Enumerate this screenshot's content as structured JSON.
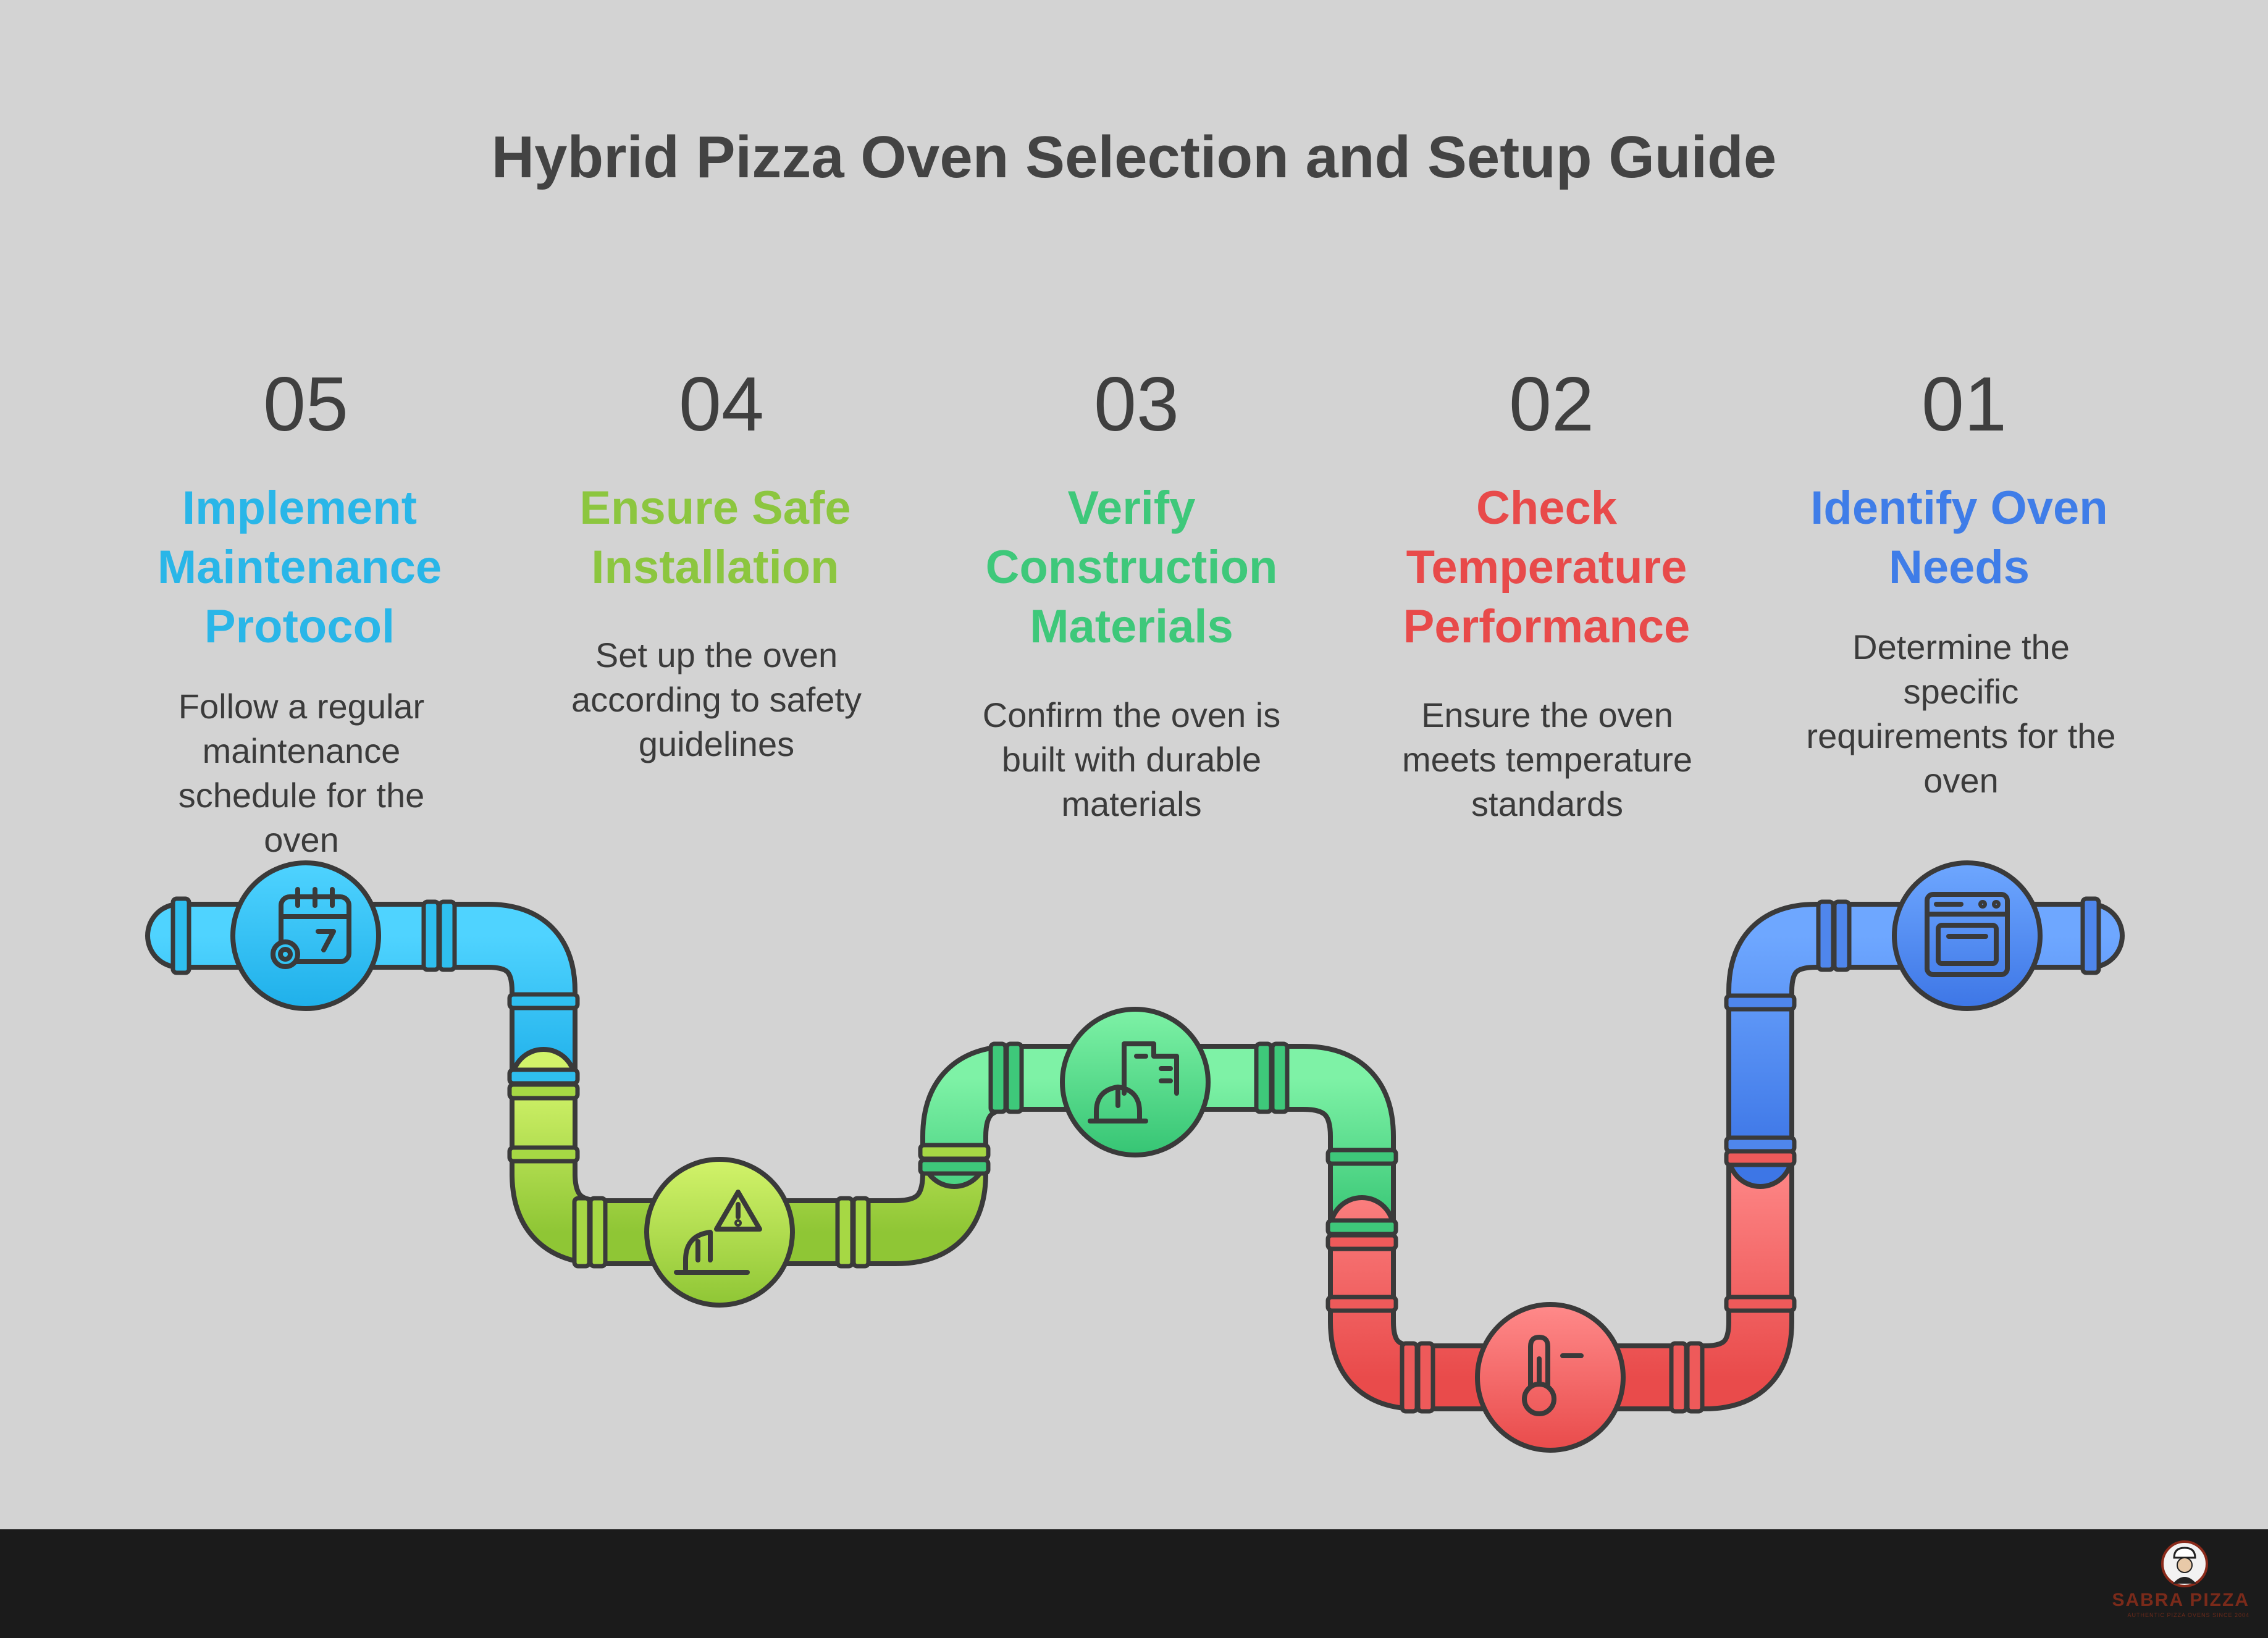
{
  "title": "Hybrid Pizza Oven Selection and Setup Guide",
  "steps": [
    {
      "num": "05",
      "title_lines": [
        "Implement",
        "Maintenance",
        "Protocol"
      ],
      "desc_lines": [
        "Follow a regular",
        "maintenance",
        "schedule for the",
        "oven"
      ],
      "icon": "calendar-gear-icon",
      "color": "#29b6e8"
    },
    {
      "num": "04",
      "title_lines": [
        "Ensure Safe",
        "Installation"
      ],
      "desc_lines": [
        "Set up the oven",
        "according to safety",
        "guidelines"
      ],
      "icon": "hardhat-warning-icon",
      "color": "#8cc63f"
    },
    {
      "num": "03",
      "title_lines": [
        "Verify",
        "Construction",
        "Materials"
      ],
      "desc_lines": [
        "Confirm the oven is",
        "built with durable",
        "materials"
      ],
      "icon": "hardhat-building-icon",
      "color": "#3ec87a"
    },
    {
      "num": "02",
      "title_lines": [
        "Check",
        "Temperature",
        "Performance"
      ],
      "desc_lines": [
        "Ensure the oven",
        "meets temperature",
        "standards"
      ],
      "icon": "thermometer-icon",
      "color": "#e84a4a"
    },
    {
      "num": "01",
      "title_lines": [
        "Identify Oven",
        "Needs"
      ],
      "desc_lines": [
        "Determine the",
        "specific",
        "requirements for the",
        "oven"
      ],
      "icon": "oven-icon",
      "color": "#3f7de8"
    }
  ],
  "footer": {
    "logo_text": "SABRA PIZZA",
    "logo_tagline": "AUTHENTIC PIZZA OVENS SINCE 2004"
  }
}
